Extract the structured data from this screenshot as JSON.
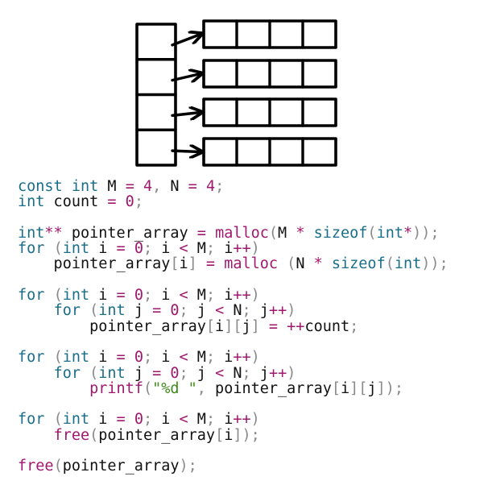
{
  "colors": {
    "keyword": "#1a6e8a",
    "function": "#a0186e",
    "number": "#a0186e",
    "operator": "#a0186e",
    "string": "#3f8a1a",
    "punctuation": "#8a8a8a",
    "identifier": "#111111",
    "ink": "#000000"
  },
  "diagram": {
    "pointer_cells": 4,
    "rows": 4,
    "row_cells": 4
  },
  "code": {
    "lines": [
      [
        [
          "kw",
          "const"
        ],
        [
          "id",
          " "
        ],
        [
          "kw",
          "int"
        ],
        [
          "id",
          " M "
        ],
        [
          "op",
          "="
        ],
        [
          "id",
          " "
        ],
        [
          "num",
          "4"
        ],
        [
          "punct",
          ","
        ],
        [
          "id",
          " N "
        ],
        [
          "op",
          "="
        ],
        [
          "id",
          " "
        ],
        [
          "num",
          "4"
        ],
        [
          "punct",
          ";"
        ]
      ],
      [
        [
          "kw",
          "int"
        ],
        [
          "id",
          " count "
        ],
        [
          "op",
          "="
        ],
        [
          "id",
          " "
        ],
        [
          "num",
          "0"
        ],
        [
          "punct",
          ";"
        ]
      ],
      [],
      [
        [
          "kw",
          "int"
        ],
        [
          "op",
          "**"
        ],
        [
          "id",
          " pointer_array "
        ],
        [
          "op",
          "="
        ],
        [
          "id",
          " "
        ],
        [
          "fn",
          "malloc"
        ],
        [
          "punct",
          "("
        ],
        [
          "id",
          "M "
        ],
        [
          "op",
          "*"
        ],
        [
          "id",
          " "
        ],
        [
          "kw",
          "sizeof"
        ],
        [
          "punct",
          "("
        ],
        [
          "kw",
          "int"
        ],
        [
          "op",
          "*"
        ],
        [
          "punct",
          "));"
        ]
      ],
      [
        [
          "kw",
          "for"
        ],
        [
          "id",
          " "
        ],
        [
          "punct",
          "("
        ],
        [
          "kw",
          "int"
        ],
        [
          "id",
          " i "
        ],
        [
          "op",
          "="
        ],
        [
          "id",
          " "
        ],
        [
          "num",
          "0"
        ],
        [
          "punct",
          ";"
        ],
        [
          "id",
          " i "
        ],
        [
          "op",
          "<"
        ],
        [
          "id",
          " M"
        ],
        [
          "punct",
          ";"
        ],
        [
          "id",
          " i"
        ],
        [
          "op",
          "++"
        ],
        [
          "punct",
          ")"
        ]
      ],
      [
        [
          "id",
          "    pointer_array"
        ],
        [
          "punct",
          "["
        ],
        [
          "id",
          "i"
        ],
        [
          "punct",
          "]"
        ],
        [
          "id",
          " "
        ],
        [
          "op",
          "="
        ],
        [
          "id",
          " "
        ],
        [
          "fn",
          "malloc"
        ],
        [
          "id",
          " "
        ],
        [
          "punct",
          "("
        ],
        [
          "id",
          "N "
        ],
        [
          "op",
          "*"
        ],
        [
          "id",
          " "
        ],
        [
          "kw",
          "sizeof"
        ],
        [
          "punct",
          "("
        ],
        [
          "kw",
          "int"
        ],
        [
          "punct",
          "));"
        ]
      ],
      [],
      [
        [
          "kw",
          "for"
        ],
        [
          "id",
          " "
        ],
        [
          "punct",
          "("
        ],
        [
          "kw",
          "int"
        ],
        [
          "id",
          " i "
        ],
        [
          "op",
          "="
        ],
        [
          "id",
          " "
        ],
        [
          "num",
          "0"
        ],
        [
          "punct",
          ";"
        ],
        [
          "id",
          " i "
        ],
        [
          "op",
          "<"
        ],
        [
          "id",
          " M"
        ],
        [
          "punct",
          ";"
        ],
        [
          "id",
          " i"
        ],
        [
          "op",
          "++"
        ],
        [
          "punct",
          ")"
        ]
      ],
      [
        [
          "id",
          "    "
        ],
        [
          "kw",
          "for"
        ],
        [
          "id",
          " "
        ],
        [
          "punct",
          "("
        ],
        [
          "kw",
          "int"
        ],
        [
          "id",
          " j "
        ],
        [
          "op",
          "="
        ],
        [
          "id",
          " "
        ],
        [
          "num",
          "0"
        ],
        [
          "punct",
          ";"
        ],
        [
          "id",
          " j "
        ],
        [
          "op",
          "<"
        ],
        [
          "id",
          " N"
        ],
        [
          "punct",
          ";"
        ],
        [
          "id",
          " j"
        ],
        [
          "op",
          "++"
        ],
        [
          "punct",
          ")"
        ]
      ],
      [
        [
          "id",
          "        pointer_array"
        ],
        [
          "punct",
          "["
        ],
        [
          "id",
          "i"
        ],
        [
          "punct",
          "]["
        ],
        [
          "id",
          "j"
        ],
        [
          "punct",
          "]"
        ],
        [
          "id",
          " "
        ],
        [
          "op",
          "="
        ],
        [
          "id",
          " "
        ],
        [
          "op",
          "++"
        ],
        [
          "id",
          "count"
        ],
        [
          "punct",
          ";"
        ]
      ],
      [],
      [
        [
          "kw",
          "for"
        ],
        [
          "id",
          " "
        ],
        [
          "punct",
          "("
        ],
        [
          "kw",
          "int"
        ],
        [
          "id",
          " i "
        ],
        [
          "op",
          "="
        ],
        [
          "id",
          " "
        ],
        [
          "num",
          "0"
        ],
        [
          "punct",
          ";"
        ],
        [
          "id",
          " i "
        ],
        [
          "op",
          "<"
        ],
        [
          "id",
          " M"
        ],
        [
          "punct",
          ";"
        ],
        [
          "id",
          " i"
        ],
        [
          "op",
          "++"
        ],
        [
          "punct",
          ")"
        ]
      ],
      [
        [
          "id",
          "    "
        ],
        [
          "kw",
          "for"
        ],
        [
          "id",
          " "
        ],
        [
          "punct",
          "("
        ],
        [
          "kw",
          "int"
        ],
        [
          "id",
          " j "
        ],
        [
          "op",
          "="
        ],
        [
          "id",
          " "
        ],
        [
          "num",
          "0"
        ],
        [
          "punct",
          ";"
        ],
        [
          "id",
          " j "
        ],
        [
          "op",
          "<"
        ],
        [
          "id",
          " N"
        ],
        [
          "punct",
          ";"
        ],
        [
          "id",
          " j"
        ],
        [
          "op",
          "++"
        ],
        [
          "punct",
          ")"
        ]
      ],
      [
        [
          "id",
          "        "
        ],
        [
          "fn",
          "printf"
        ],
        [
          "punct",
          "("
        ],
        [
          "str",
          "\"%d \""
        ],
        [
          "punct",
          ","
        ],
        [
          "id",
          " pointer_array"
        ],
        [
          "punct",
          "["
        ],
        [
          "id",
          "i"
        ],
        [
          "punct",
          "]["
        ],
        [
          "id",
          "j"
        ],
        [
          "punct",
          "]);"
        ]
      ],
      [],
      [
        [
          "kw",
          "for"
        ],
        [
          "id",
          " "
        ],
        [
          "punct",
          "("
        ],
        [
          "kw",
          "int"
        ],
        [
          "id",
          " i "
        ],
        [
          "op",
          "="
        ],
        [
          "id",
          " "
        ],
        [
          "num",
          "0"
        ],
        [
          "punct",
          ";"
        ],
        [
          "id",
          " i "
        ],
        [
          "op",
          "<"
        ],
        [
          "id",
          " M"
        ],
        [
          "punct",
          ";"
        ],
        [
          "id",
          " i"
        ],
        [
          "op",
          "++"
        ],
        [
          "punct",
          ")"
        ]
      ],
      [
        [
          "id",
          "    "
        ],
        [
          "fn",
          "free"
        ],
        [
          "punct",
          "("
        ],
        [
          "id",
          "pointer_array"
        ],
        [
          "punct",
          "["
        ],
        [
          "id",
          "i"
        ],
        [
          "punct",
          "]);"
        ]
      ],
      [],
      [
        [
          "fn",
          "free"
        ],
        [
          "punct",
          "("
        ],
        [
          "id",
          "pointer_array"
        ],
        [
          "punct",
          ");"
        ]
      ]
    ]
  }
}
